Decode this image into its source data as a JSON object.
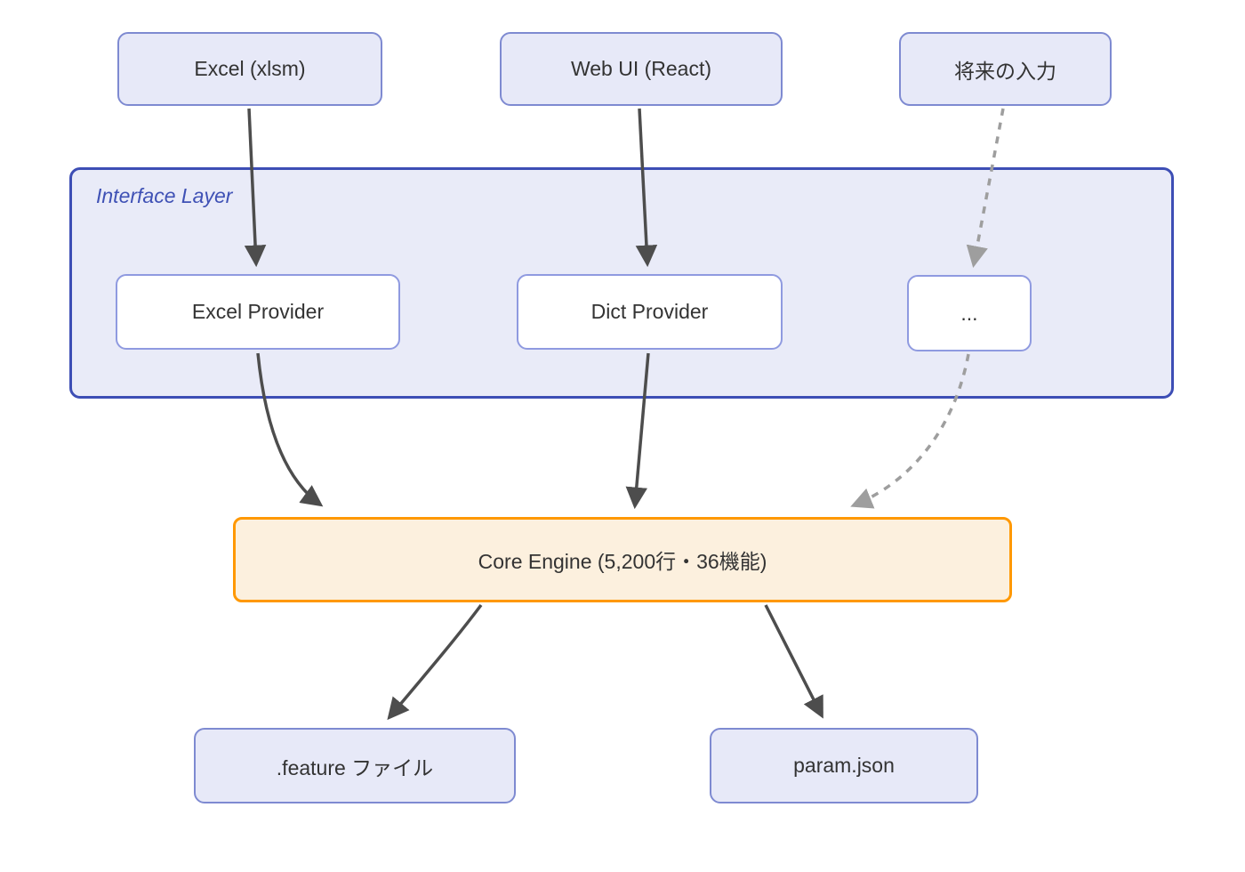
{
  "diagram": {
    "cluster": {
      "label": "Interface Layer"
    },
    "nodes": {
      "excel_xlsm": {
        "label": "Excel (xlsm)"
      },
      "web_ui": {
        "label": "Web UI (React)"
      },
      "future_input": {
        "label": "将来の入力"
      },
      "excel_provider": {
        "label": "Excel Provider"
      },
      "dict_provider": {
        "label": "Dict Provider"
      },
      "ellipsis": {
        "label": "..."
      },
      "core_engine": {
        "label": "Core Engine (5,200行・36機能)"
      },
      "feature_file": {
        "label": ".feature ファイル"
      },
      "param_json": {
        "label": "param.json"
      }
    },
    "edges": [
      {
        "from": "excel_xlsm",
        "to": "excel_provider",
        "style": "solid"
      },
      {
        "from": "web_ui",
        "to": "dict_provider",
        "style": "solid"
      },
      {
        "from": "future_input",
        "to": "ellipsis",
        "style": "dashed"
      },
      {
        "from": "excel_provider",
        "to": "core_engine",
        "style": "solid"
      },
      {
        "from": "dict_provider",
        "to": "core_engine",
        "style": "solid"
      },
      {
        "from": "ellipsis",
        "to": "core_engine",
        "style": "dashed"
      },
      {
        "from": "core_engine",
        "to": "feature_file",
        "style": "solid"
      },
      {
        "from": "core_engine",
        "to": "param_json",
        "style": "solid"
      }
    ],
    "colors": {
      "node_fill": "#e7e9f8",
      "node_border": "#7e8ad1",
      "provider_fill": "#ffffff",
      "provider_border": "#8f9ae0",
      "cluster_fill": "#e9ebf8",
      "cluster_border": "#3d4eb5",
      "cluster_label": "#3f51b5",
      "core_fill": "#fcf0de",
      "core_border": "#ff9800",
      "edge_solid": "#4d4d4d",
      "edge_dashed": "#9e9e9e",
      "text": "#333333"
    }
  }
}
